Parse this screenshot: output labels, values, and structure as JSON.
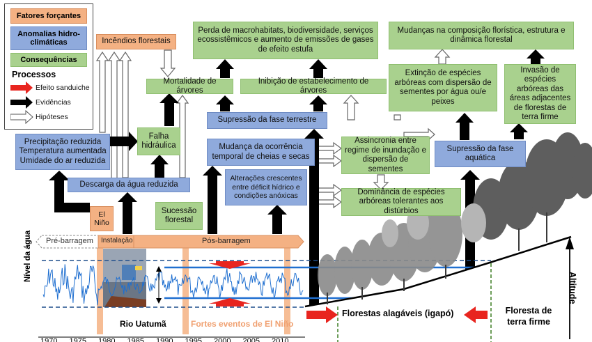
{
  "legend": {
    "forcing": "Fatores forçantes",
    "anomalies": "Anomalias hidro-climáticas",
    "consequences": "Consequências",
    "processes_title": "Processos",
    "sandwich": "Efeito sanduiche",
    "evidence": "Evidências",
    "hypotheses": "Hipóteses"
  },
  "boxes": {
    "wildfires": "Incêndios florestais",
    "habitat_loss": "Perda de macrohabitats, biodiversidade, serviços ecossistêmicos e aumento de emissões de gases de efeito estufa",
    "composition_changes": "Mudanças na composição florística, estrutura e dinâmica florestal",
    "tree_mortality": "Mortalidade de árvores",
    "establishment_inhibition": "Inibição de estabelecimento de árvores",
    "extinction": "Extinção de espécies arbóreas com dispersão de sementes por água ou/e peixes",
    "invasion": "Invasão de espécies arbóreas das áreas adjacentes de florestas de terra firme",
    "terrestrial_suppression": "Supressão da fase terrestre",
    "precipitation": "Precipitação reduzida Temperatura aumentada Umidade do ar reduzida",
    "hydraulic_failure": "Falha hidráulica",
    "flood_drought_change": "Mudança da ocorrência temporal de cheias e secas",
    "asynchrony": "Assincronia entre regime de inundação e dispersão de sementes",
    "aquatic_suppression": "Supressão da fase aquática",
    "water_discharge": "Descarga da água reduzida",
    "deficit_anoxic": "Alterações crescentes entre déficit hídrico e condições anóxicas",
    "disturbance_dominance": "Dominância de espécies arbóreas tolerantes aos distúrbios",
    "succession": "Sucessão florestal",
    "el_nino": "El Niño"
  },
  "timeline": {
    "pre_dam": "Pré-barragem",
    "installation": "Instalação",
    "post_dam": "Pós-barragem"
  },
  "chart": {
    "ylabel": "Nível da água",
    "river": "Rio Uatumã",
    "strong_events": "Fortes eventos de El Niño",
    "x_ticks": [
      "1970",
      "1975",
      "1980",
      "1985",
      "1990",
      "1995",
      "2000",
      "2005",
      "2010"
    ]
  },
  "bottom": {
    "floodplain": "Florestas alagáveis (igapó)",
    "terra_firme": "Floresta de terra firme",
    "altitude": "Altitude"
  },
  "colors": {
    "green": "#a9d18e",
    "blue": "#8faadc",
    "orange": "#f4b183",
    "red_arrow": "#e8251f",
    "black_arrow": "#000000",
    "water_line": "#1f6fd0"
  }
}
